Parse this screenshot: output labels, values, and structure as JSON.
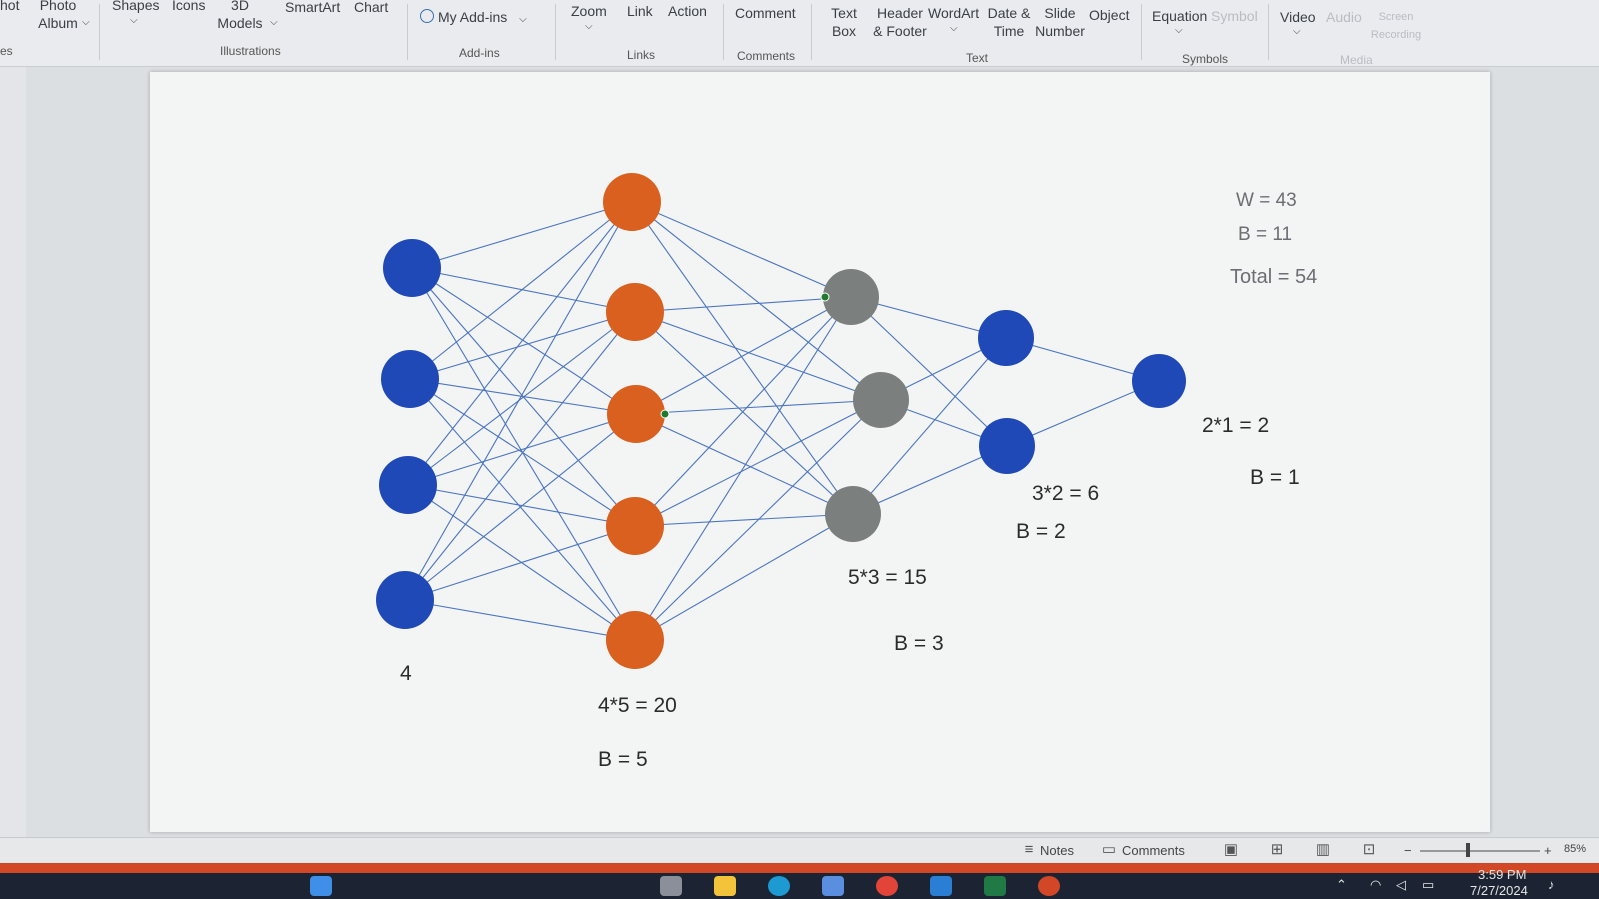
{
  "ribbon": {
    "buttons": {
      "shot": "hot",
      "photo_album_1": "Photo",
      "photo_album_2": "Album",
      "shapes": "Shapes",
      "icons": "Icons",
      "models_1": "3D",
      "models_2": "Models",
      "smartart": "SmartArt",
      "chart": "Chart",
      "my_addins": "My Add-ins",
      "zoom": "Zoom",
      "link": "Link",
      "action": "Action",
      "comment": "Comment",
      "textbox_1": "Text",
      "textbox_2": "Box",
      "header_1": "Header",
      "header_2": "& Footer",
      "wordart": "WordArt",
      "datetime_1": "Date &",
      "datetime_2": "Time",
      "slidenum_1": "Slide",
      "slidenum_2": "Number",
      "object": "Object",
      "equation": "Equation",
      "symbol": "Symbol",
      "video": "Video",
      "audio": "Audio",
      "screen_1": "Screen",
      "screen_2": "Recording"
    },
    "groups": {
      "es": "es",
      "illustrations": "Illustrations",
      "addins": "Add-ins",
      "links": "Links",
      "comments": "Comments",
      "text": "Text",
      "symbols": "Symbols",
      "media": "Media"
    }
  },
  "slide": {
    "input_count": "4",
    "layer1_params": "4*5  = 20",
    "layer1_bias": "B =  5",
    "layer2_params": "5*3  = 15",
    "layer2_bias": "B =  3",
    "layer3_params": "3*2  = 6",
    "layer3_bias": "B =  2",
    "output_params": "2*1  = 2",
    "output_bias": "B =  1",
    "weights_total": "W = 43",
    "bias_total": "B =  11",
    "grand_total": "Total =  54",
    "colors": {
      "input": "#1f49b6",
      "hidden1": "#d9601e",
      "hidden2": "#7b7f7d",
      "hidden3": "#1f49b6",
      "output": "#1f49b6",
      "edge": "#4a74bf"
    }
  },
  "statusbar": {
    "notes": "Notes",
    "comments": "Comments",
    "zoom": "85%"
  },
  "taskbar": {
    "time": "3:59 PM",
    "date": "7/27/2024"
  }
}
